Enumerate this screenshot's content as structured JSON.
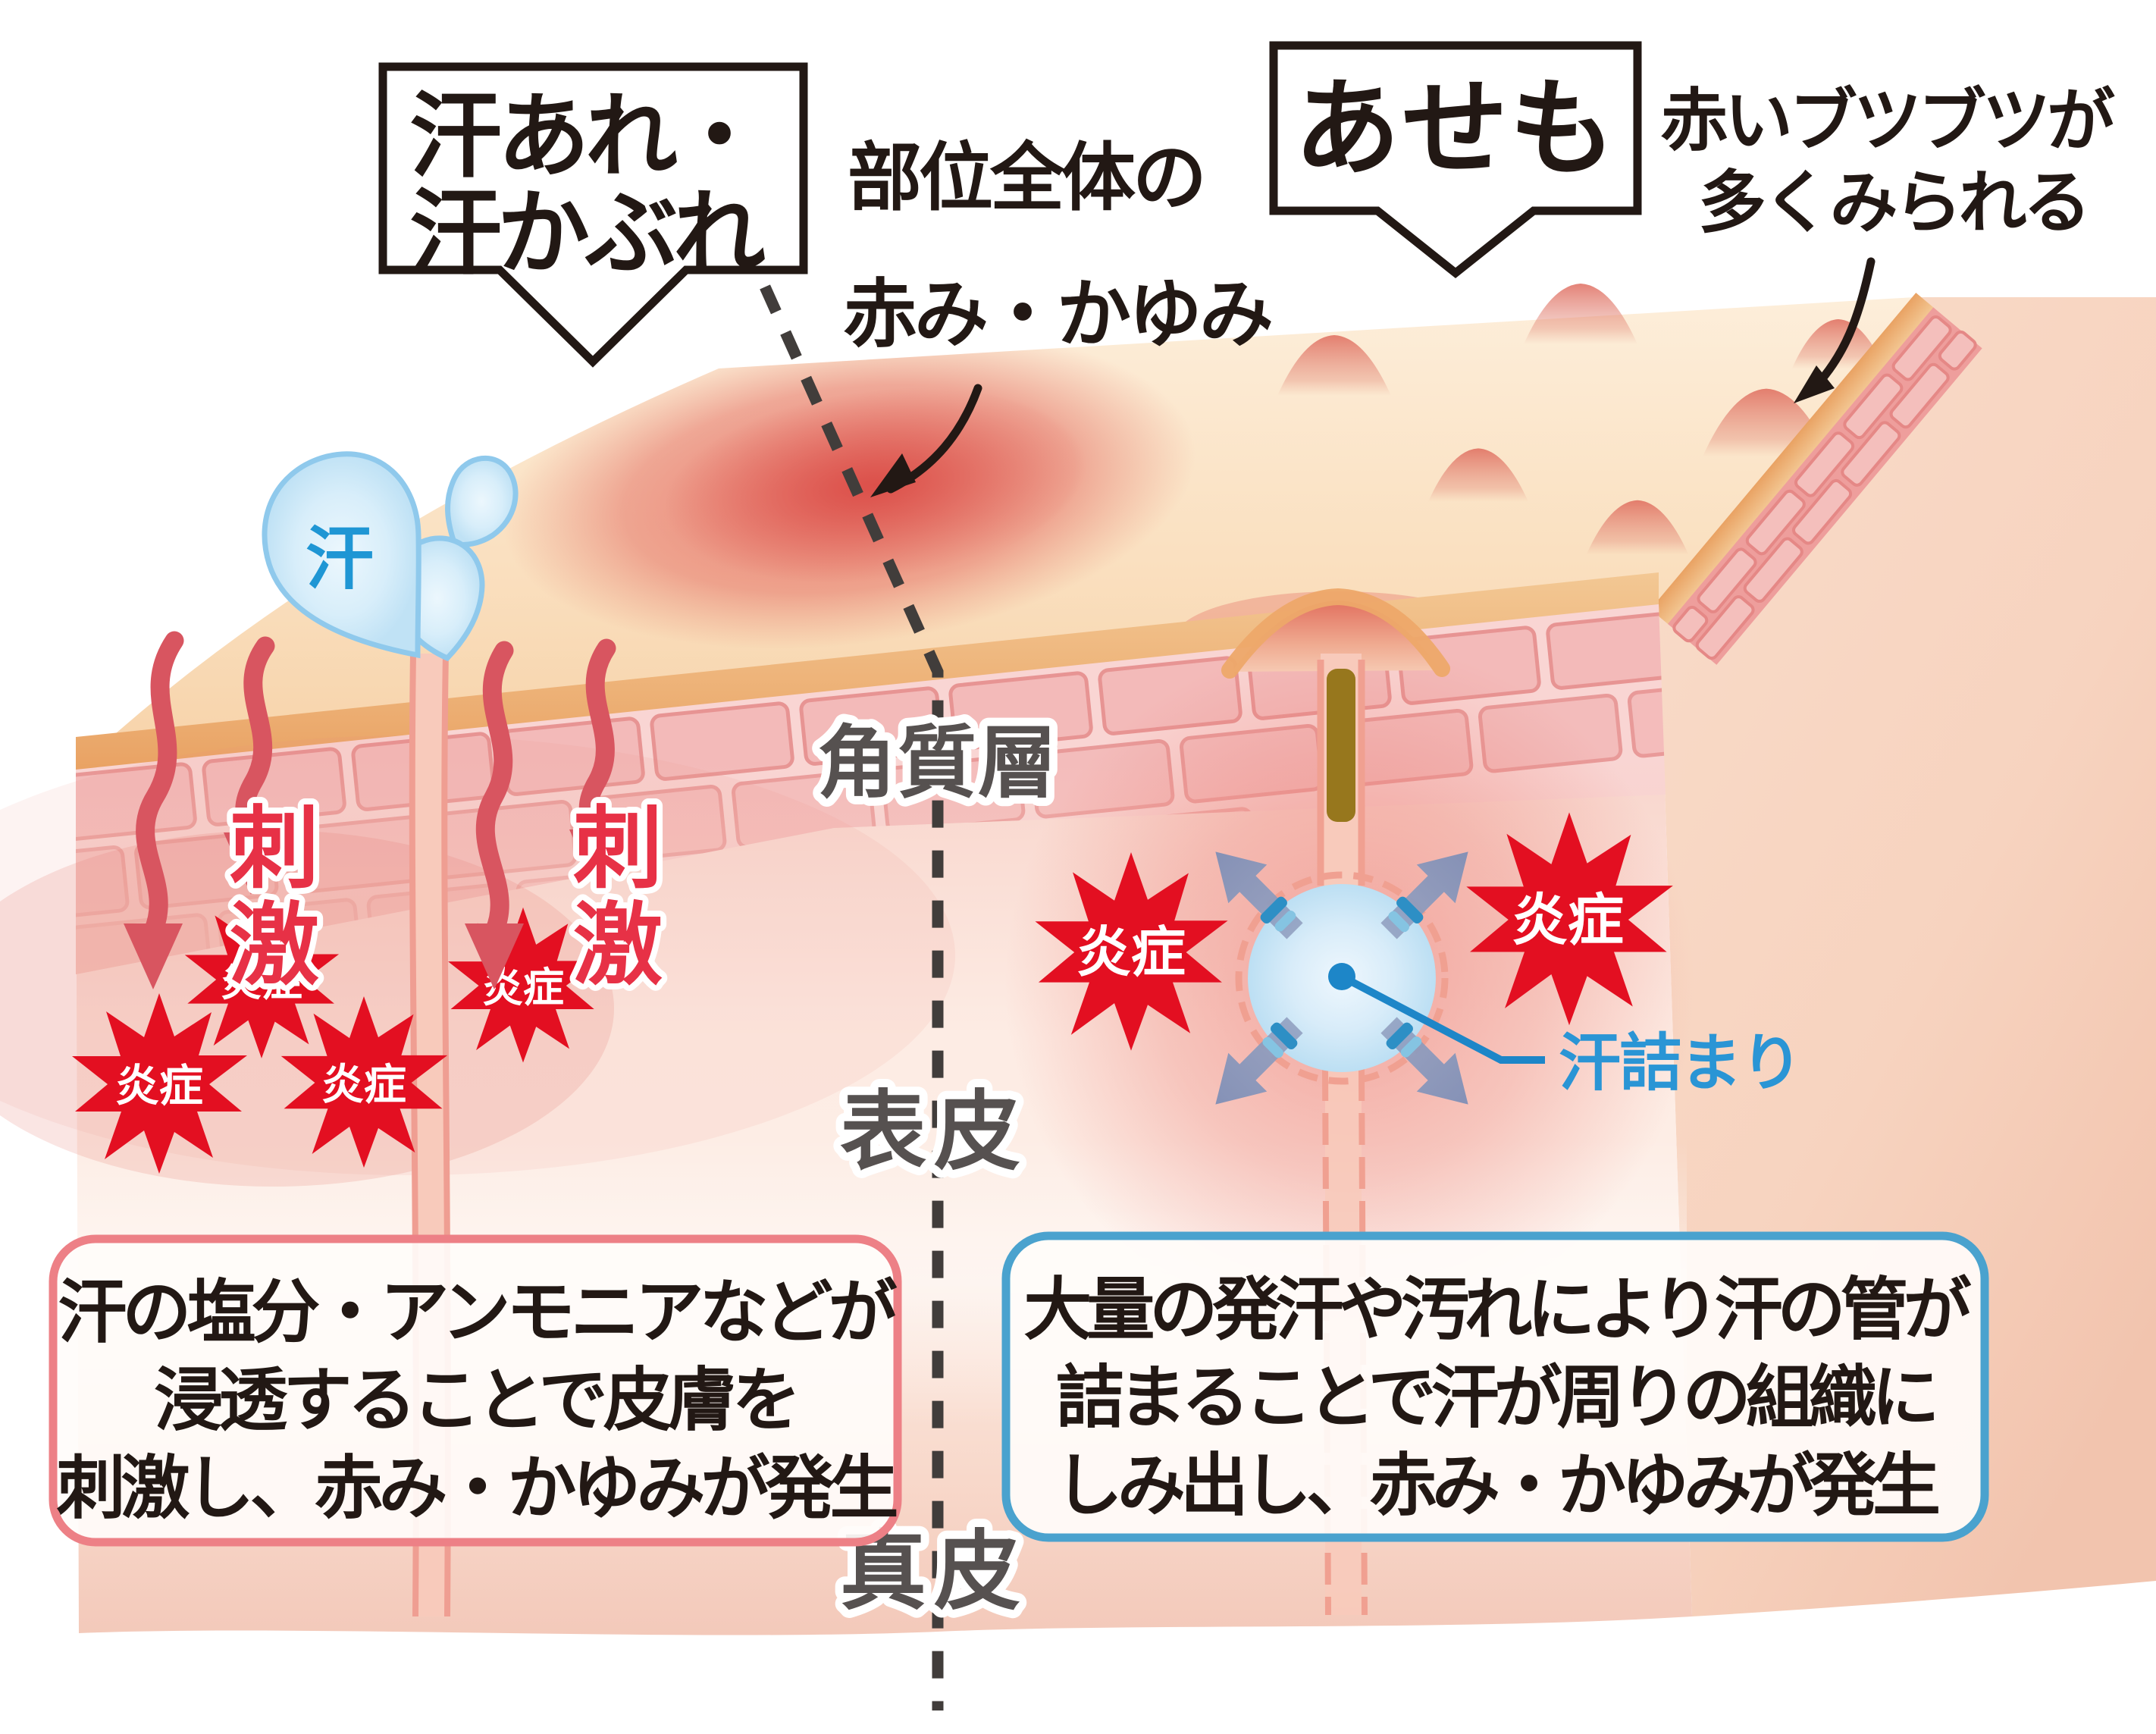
{
  "left_panel": {
    "banner_lines": [
      "汗あれ・",
      "汗かぶれ"
    ],
    "symptom_lines": [
      "部位全体の",
      "赤み・かゆみ"
    ],
    "sweat_label": "汗",
    "stimulus_label": "刺激",
    "inflammation_label": "炎症",
    "description_lines": [
      "汗の塩分・アンモニアなどが",
      "浸透することで皮膚を",
      "刺激し、赤み・かゆみが発生"
    ],
    "box_border_color": "#ed8086"
  },
  "right_panel": {
    "banner": "あせも",
    "symptom_lines": [
      "赤いブツブツが",
      "多くみられる"
    ],
    "inflammation_label": "炎症",
    "sweat_blockage_label": "汗詰まり",
    "description_lines": [
      "大量の発汗や汚れにより汗の管が",
      "詰まることで汗が周りの組織に",
      "しみ出し、赤み・かゆみが発生"
    ],
    "box_border_color": "#4aa2ce"
  },
  "skin_layers": {
    "stratum_corneum": "角質層",
    "epidermis": "表皮",
    "dermis": "真皮"
  },
  "colors": {
    "inflammation_red": "#e30f21",
    "stimulus_red": "#e73146",
    "sweat_blue": "#1f96d4",
    "callout_blue": "#1d86c8",
    "skin_top": "#f9dcba",
    "skin_front": "#fbe3d8",
    "brick_pink": "#f3bab9",
    "plug_olive": "#97771d",
    "banner_ink": "#221814"
  }
}
